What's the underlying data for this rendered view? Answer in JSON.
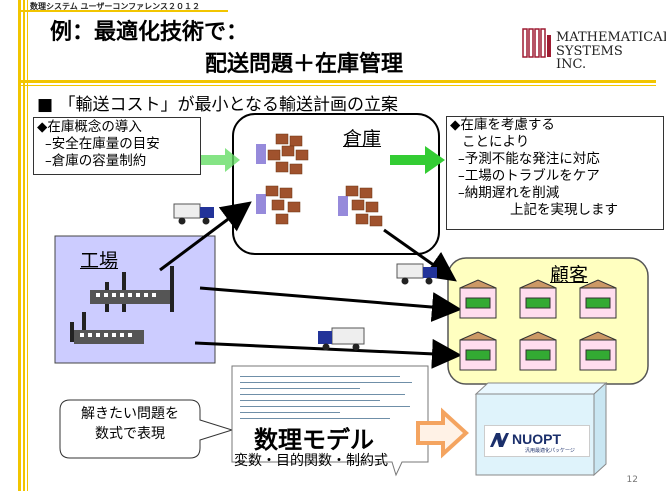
{
  "header": {
    "conference": "数理システム ユーザーコンファレンス２０１２",
    "title_line1": "例：最適化技術で：",
    "title_line2": "配送問題＋在庫管理",
    "logo_line1": "MATHEMATICAL",
    "logo_line2": "SYSTEMS INC."
  },
  "heading": "■ 「輸送コスト」が最小となる輸送計画の立案",
  "left_box": {
    "lines": [
      "◆在庫概念の導入",
      "–安全在庫量の目安",
      "–倉庫の容量制約"
    ]
  },
  "right_box": {
    "lines": [
      "◆在庫を考慮する",
      "  ことにより",
      "–予測不能な発注に対応",
      "–工場のトラブルをケア",
      "–納期遅れを削減",
      "      上記を実現します"
    ]
  },
  "warehouse_label": "倉庫",
  "factory_label": "工場",
  "customer_label": "顧客",
  "callout": "解きたい問題を\n数式で表現",
  "model": {
    "title": "数理モデル",
    "subtitle": "変数・目的関数・制約式"
  },
  "nuopt": {
    "name": "NUOPT",
    "sub": "汎用最適化パッケージ"
  },
  "page_number": "12",
  "colors": {
    "accent_bar": "#f2c500",
    "warehouse_fill": "#ffffff",
    "factory_fill": "#ccccff",
    "customer_fill": "#ffffc0",
    "arrow_green": "#33cc33",
    "arrow_orange": "#f4a460",
    "nuopt_box": "#dff3fb"
  }
}
